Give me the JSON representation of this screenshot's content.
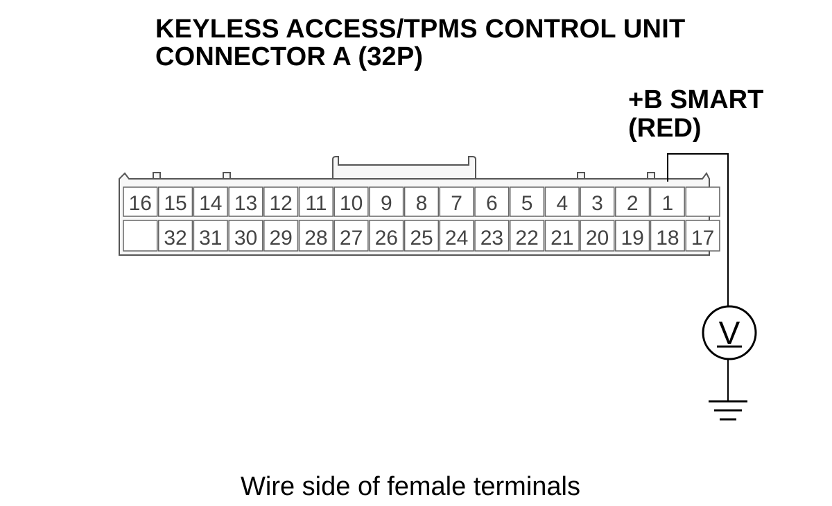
{
  "title": {
    "line1": "KEYLESS ACCESS/TPMS CONTROL UNIT",
    "line2": "CONNECTOR A (32P)"
  },
  "wire_label": {
    "line1": "+B SMART",
    "line2": "(RED)"
  },
  "caption": "Wire side of female terminals",
  "connector": {
    "top_row": [
      "16",
      "15",
      "14",
      "13",
      "12",
      "11",
      "10",
      "9",
      "8",
      "7",
      "6",
      "5",
      "4",
      "3",
      "2",
      "1",
      ""
    ],
    "bottom_row": [
      "",
      "32",
      "31",
      "30",
      "29",
      "28",
      "27",
      "26",
      "25",
      "24",
      "23",
      "22",
      "21",
      "20",
      "19",
      "18",
      "17"
    ]
  },
  "meter_symbol": "V",
  "colors": {
    "line": "#000000",
    "connector_outline": "#555555",
    "connector_fill": "#f7f7f7"
  }
}
